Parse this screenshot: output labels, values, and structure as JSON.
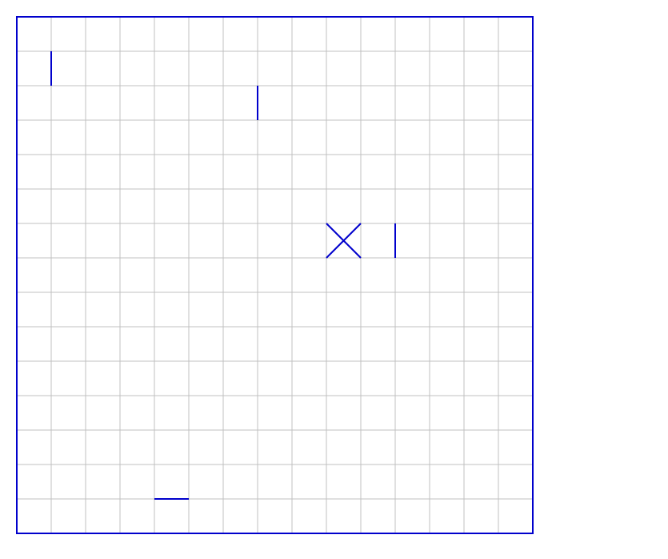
{
  "board": {
    "columns": 15,
    "rows": 15,
    "border_color": "#0000cc",
    "grid_color": "#c0c0c0",
    "mark_color": "#0000cc",
    "background_color": "#ffffff"
  },
  "marks": [
    {
      "type": "vertical-line",
      "row": 1,
      "col": 1
    },
    {
      "type": "vertical-line",
      "row": 2,
      "col": 7
    },
    {
      "type": "cross",
      "row": 6,
      "col": 9
    },
    {
      "type": "vertical-line",
      "row": 6,
      "col": 11
    },
    {
      "type": "horizontal-line",
      "row": 14,
      "col": 4
    }
  ]
}
